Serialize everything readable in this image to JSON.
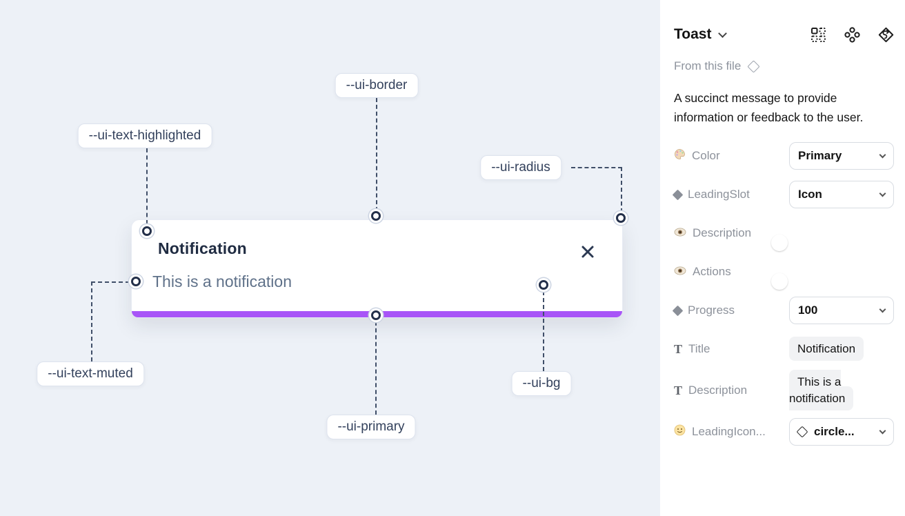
{
  "canvas": {
    "toast": {
      "title": "Notification",
      "description": "This is a notification"
    },
    "annotations": {
      "border": "--ui-border",
      "text_highlighted": "--ui-text-highlighted",
      "radius": "--ui-radius",
      "text_muted": "--ui-text-muted",
      "primary": "--ui-primary",
      "bg": "--ui-bg"
    },
    "colors": {
      "canvas_bg": "#edf1f7",
      "card_bg": "#ffffff",
      "primary_bar": "#a855f7",
      "annotation_ink": "#3f4e68"
    }
  },
  "panel": {
    "title": "Toast",
    "source_label": "From this file",
    "description": "A succinct message to provide information or feedback to the user.",
    "properties": [
      {
        "label": "Color",
        "value": "Primary"
      },
      {
        "label": "LeadingSlot",
        "value": "Icon"
      },
      {
        "label": "Description",
        "value": "on"
      },
      {
        "label": "Actions",
        "value": "on"
      },
      {
        "label": "Progress",
        "value": "100"
      },
      {
        "label": "Title",
        "value": "Notification"
      },
      {
        "label": "Description",
        "value": "This is a notification"
      },
      {
        "label": "LeadingIcon...",
        "value": "circle..."
      }
    ],
    "colors": {
      "toggle_on": "#2aa0f6",
      "accent_text": "#131313",
      "muted_label": "#8d929b"
    }
  }
}
